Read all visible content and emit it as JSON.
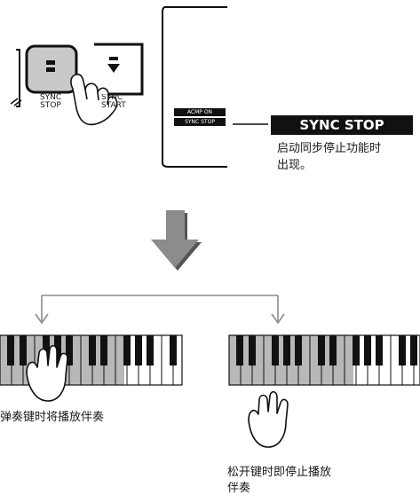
{
  "panel": {
    "sync_stop_label_line1": "SYNC",
    "sync_stop_label_line2": "STOP",
    "sync_start_label_line1": "SYNC",
    "sync_start_label_line2": "START"
  },
  "display": {
    "acmp_on_label": "ACMP ON",
    "sync_stop_indicator": "SYNC STOP"
  },
  "callout": {
    "badge": "SYNC STOP",
    "description_line1": "启动同步停止功能时",
    "description_line2": "出现。"
  },
  "captions": {
    "left": "弹奏键时将播放伴奏",
    "right_line1": "松开键时即停止播放",
    "right_line2": "伴奏"
  },
  "colors": {
    "key_gray": "#b8b8b8",
    "arrow_gray": "#8c8c8c",
    "arrow_shadow": "#555555",
    "black": "#111111"
  }
}
